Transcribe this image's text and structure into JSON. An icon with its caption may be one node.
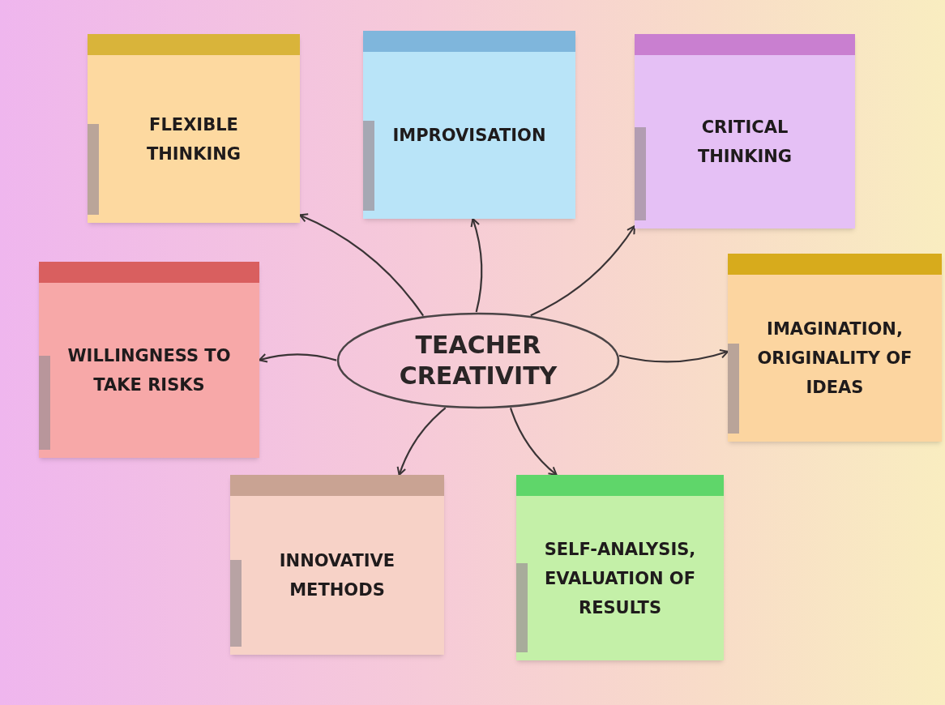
{
  "diagram": {
    "nodes": [
      {
        "text": [
          "TEACHER CREATIVITY"
        ]
      },
      {
        "text": [
          "FLEXIBLE THINKING"
        ]
      },
      {
        "text": [
          "IMPROVISATION"
        ]
      },
      {
        "text": [
          "CRITICAL THINKING"
        ]
      },
      {
        "text": [
          "WILLINGNESS TO TAKE RISKS"
        ]
      },
      {
        "text": [
          "IMAGINATION, ORIGINALITY OF IDEAS"
        ]
      },
      {
        "text": [
          "INNOVATIVE METHODS"
        ]
      },
      {
        "text": [
          "SELF-ANALYSIS, EVALUATION OF RESULTS"
        ]
      }
    ],
    "edges": [
      {
        "from": 0,
        "to": 1,
        "arrow": "to"
      },
      {
        "from": 0,
        "to": 2,
        "arrow": "to"
      },
      {
        "from": 0,
        "to": 3,
        "arrow": "to"
      },
      {
        "from": 0,
        "to": 4,
        "arrow": "to"
      },
      {
        "from": 0,
        "to": 5,
        "arrow": "to"
      },
      {
        "from": 0,
        "to": 6,
        "arrow": "to"
      },
      {
        "from": 0,
        "to": 7,
        "arrow": "to"
      }
    ]
  }
}
